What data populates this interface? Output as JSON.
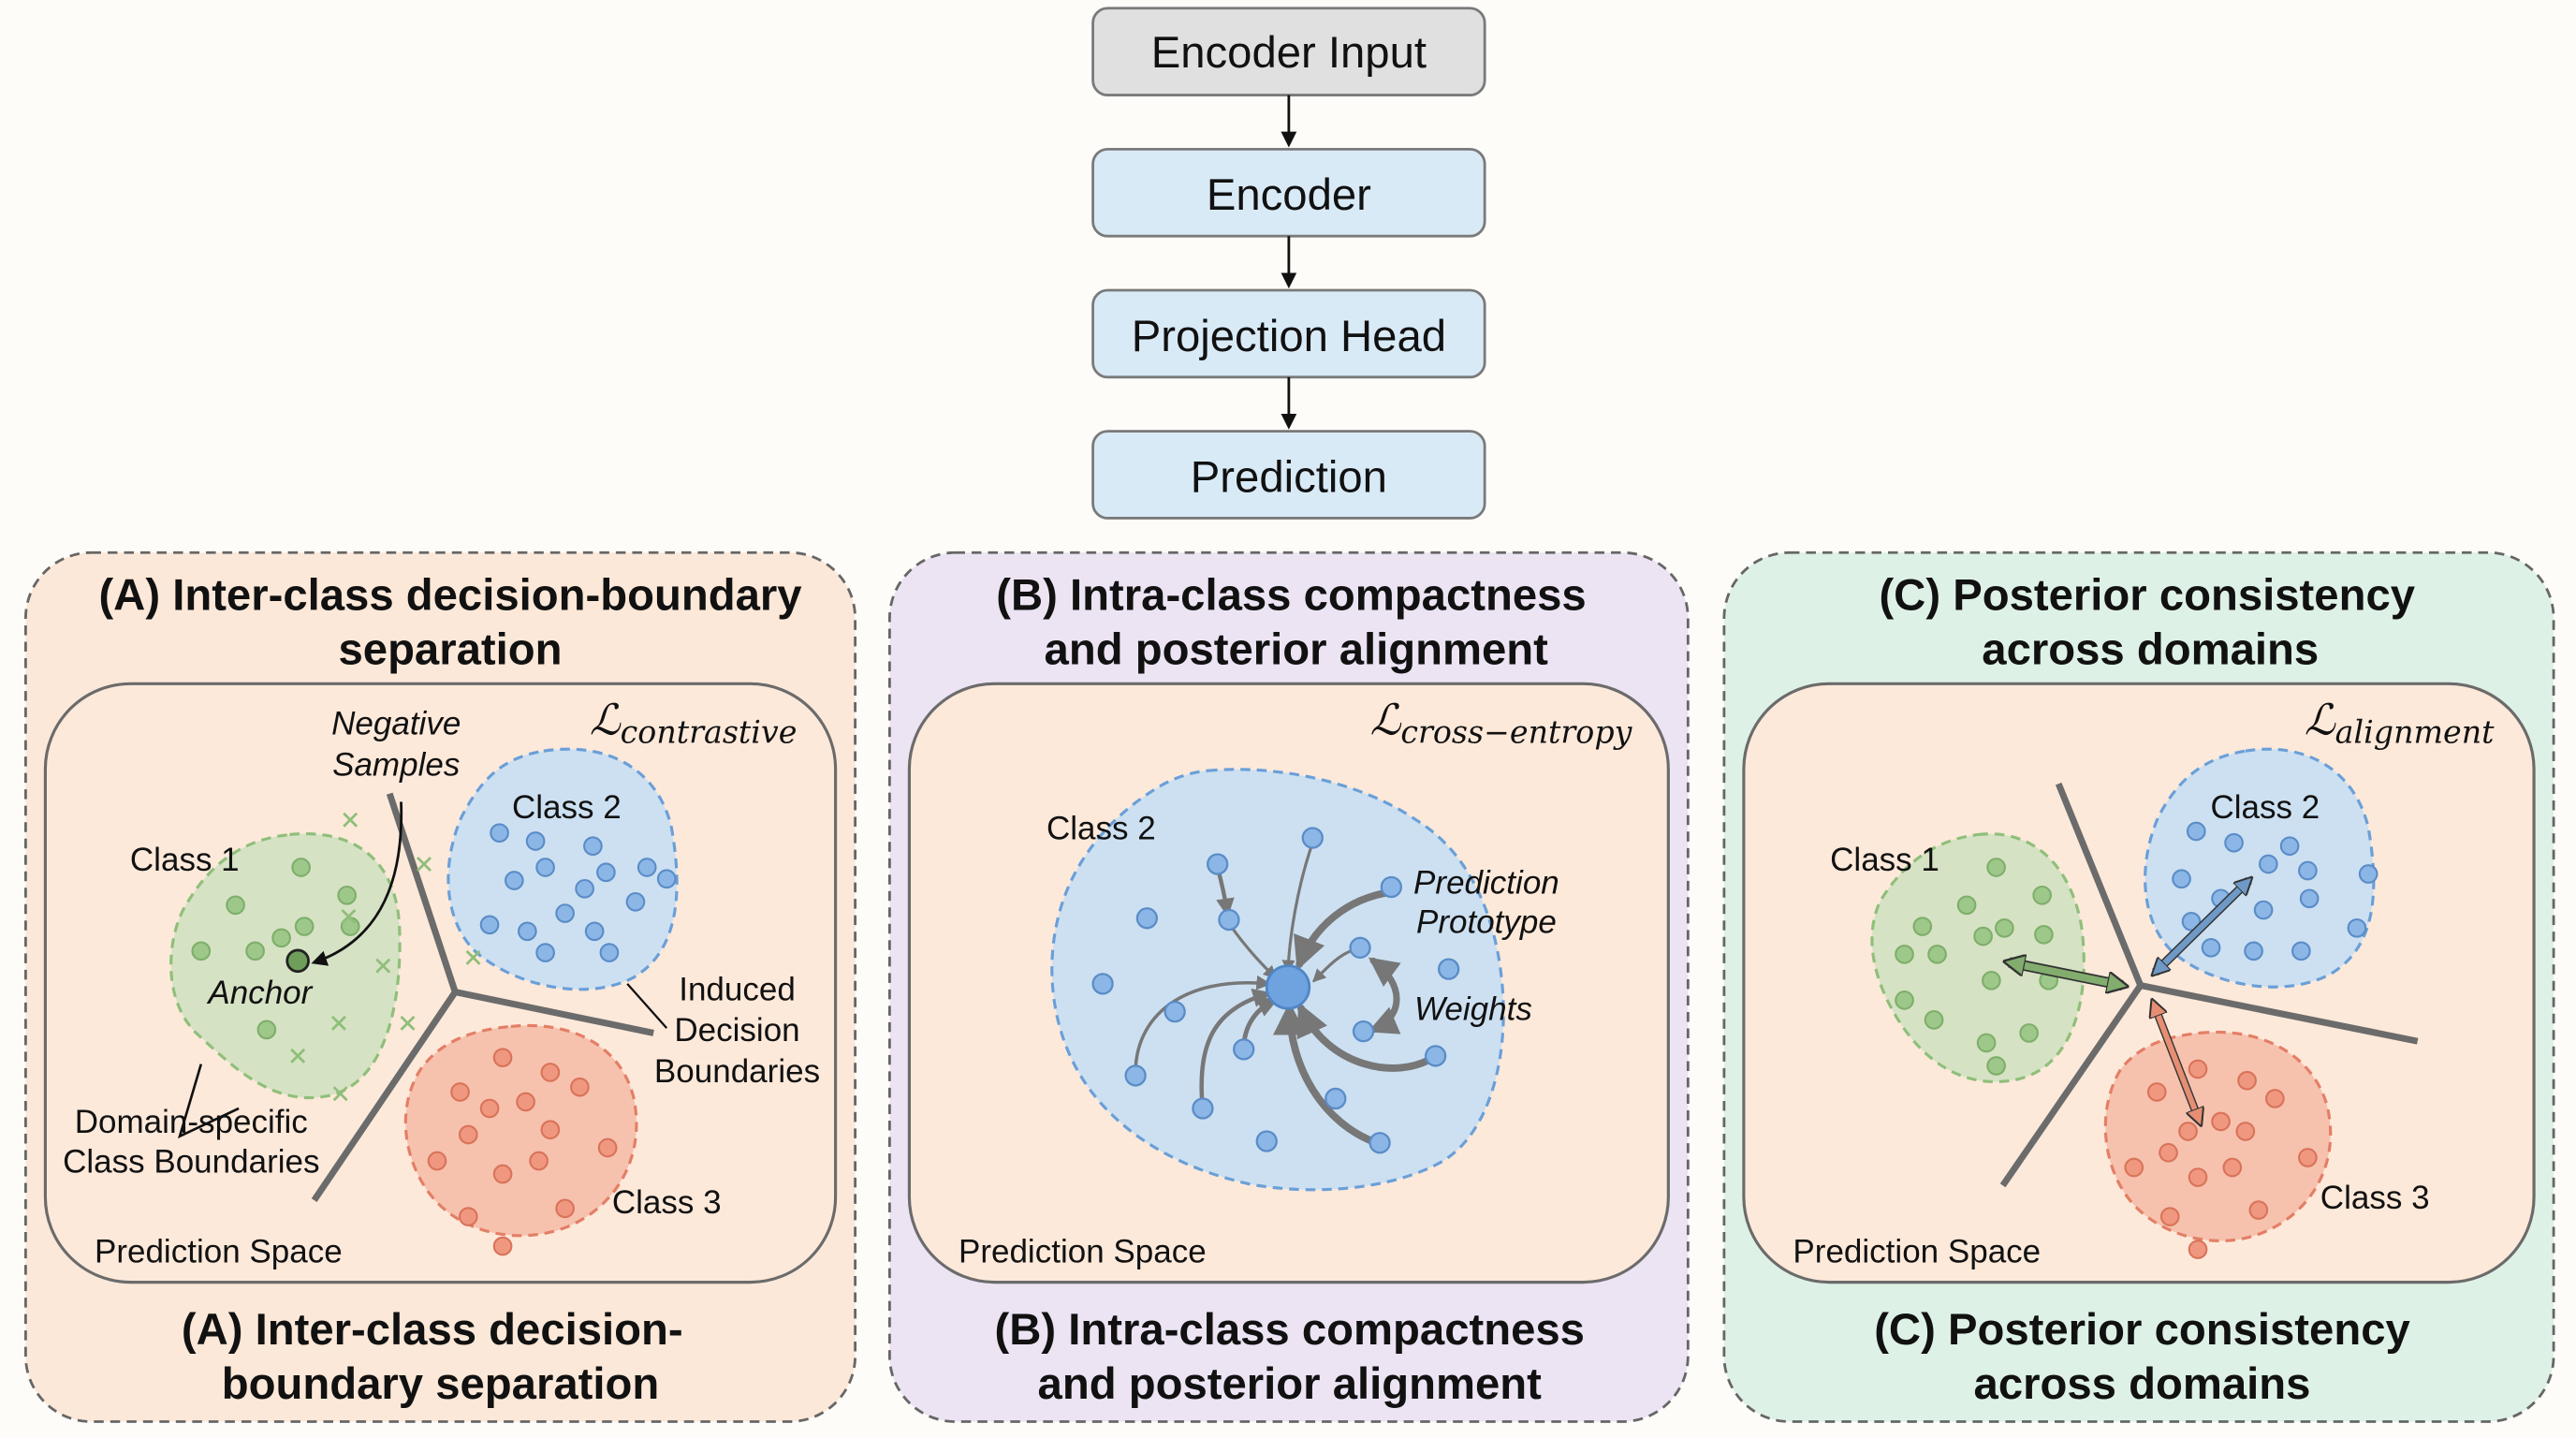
{
  "flow": {
    "boxes": [
      {
        "label": "Encoder Input",
        "fill": "#e0e0e0"
      },
      {
        "label": "Encoder",
        "fill": "#d9eaf7"
      },
      {
        "label": "Projection Head",
        "fill": "#d9eaf7"
      },
      {
        "label": "Prediction",
        "fill": "#d9eaf7"
      }
    ]
  },
  "colors": {
    "panel_a_bg": "#fce8d8",
    "panel_b_bg": "#ece3f3",
    "panel_c_bg": "#def1e6",
    "inner_bg": "#fde9da",
    "class1": "#8fbf7a",
    "class1_fill": "#cfe0bf",
    "class2": "#6a9fd8",
    "class2_fill": "#c9dff2",
    "class3": "#e47e66",
    "class3_fill": "#f6c0ac",
    "boundary": "#6b6b6b"
  },
  "panels": [
    {
      "id": "A",
      "title_lines": [
        "(A) Inter-class decision-boundary",
        "separation"
      ],
      "caption_lines": [
        "(A) Inter-class decision-",
        "boundary separation"
      ],
      "loss_symbol": "ℒ",
      "loss_sub": "contrastive",
      "space_label": "Prediction Space",
      "class_labels": [
        "Class 1",
        "Class 2",
        "Class 3"
      ],
      "annotations": {
        "negative_samples": [
          "Negative",
          "Samples"
        ],
        "anchor": "Anchor",
        "induced": [
          "Induced",
          "Decision",
          "Boundaries"
        ],
        "domain_specific": [
          "Domain-specific",
          "Class Boundaries"
        ]
      }
    },
    {
      "id": "B",
      "title_lines": [
        "(B) Intra-class compactness",
        "and posterior alignment"
      ],
      "caption_lines": [
        "(B) Intra-class compactness",
        "and posterior alignment"
      ],
      "loss_symbol": "ℒ",
      "loss_sub": "cross−entropy",
      "space_label": "Prediction Space",
      "class_labels": [
        "Class 2"
      ],
      "annotations": {
        "prototype": [
          "Prediction",
          "Prototype"
        ],
        "weights": "Weights"
      }
    },
    {
      "id": "C",
      "title_lines": [
        "(C) Posterior consistency",
        "across domains"
      ],
      "caption_lines": [
        "(C) Posterior consistency",
        "across domains"
      ],
      "loss_symbol": "ℒ",
      "loss_sub": "alignment",
      "space_label": "Prediction Space",
      "class_labels": [
        "Class 1",
        "Class 2",
        "Class 3"
      ]
    }
  ]
}
